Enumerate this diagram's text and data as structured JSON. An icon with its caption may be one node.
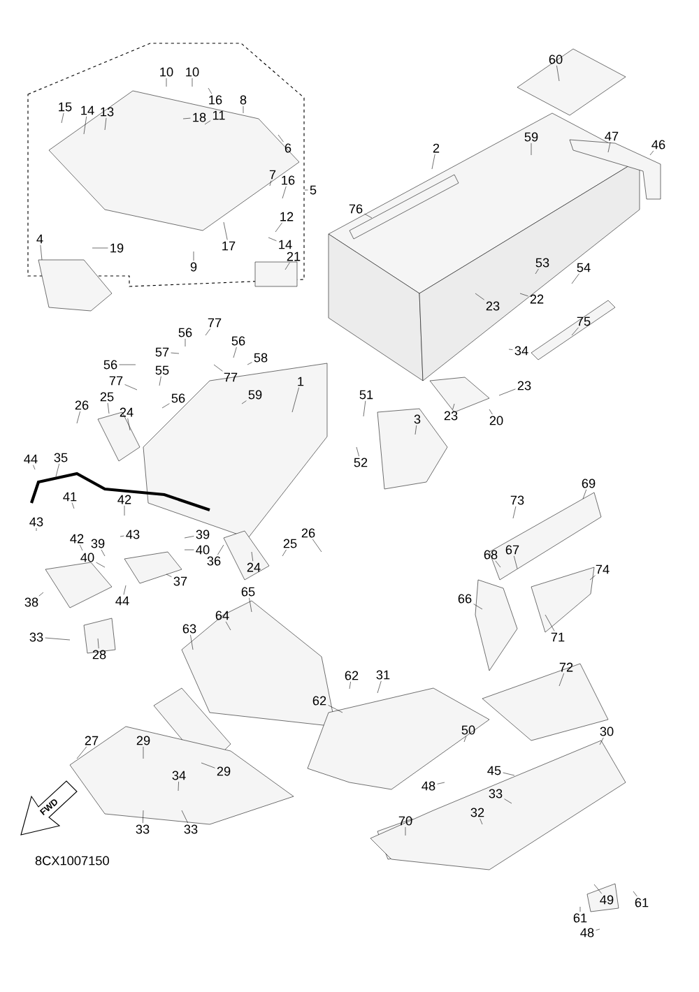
{
  "diagram": {
    "nodes": [
      {
        "text": [
          "10"
        ]
      },
      {
        "text": [
          "10"
        ]
      },
      {
        "text": [
          "16"
        ]
      },
      {
        "text": [
          "11"
        ]
      },
      {
        "text": [
          "8"
        ]
      },
      {
        "text": [
          "18"
        ]
      },
      {
        "text": [
          "15"
        ]
      },
      {
        "text": [
          "14"
        ]
      },
      {
        "text": [
          "13"
        ]
      },
      {
        "text": [
          "6"
        ]
      },
      {
        "text": [
          "7"
        ]
      },
      {
        "text": [
          "16"
        ]
      },
      {
        "text": [
          "5"
        ]
      },
      {
        "text": [
          "12"
        ]
      },
      {
        "text": [
          "14"
        ]
      },
      {
        "text": [
          "17"
        ]
      },
      {
        "text": [
          "9"
        ]
      },
      {
        "text": [
          "4"
        ]
      },
      {
        "text": [
          "19"
        ]
      },
      {
        "text": [
          "21"
        ]
      },
      {
        "text": [
          "60"
        ]
      },
      {
        "text": [
          "47"
        ]
      },
      {
        "text": [
          "46"
        ]
      },
      {
        "text": [
          "59"
        ]
      },
      {
        "text": [
          "2"
        ]
      },
      {
        "text": [
          "76"
        ]
      },
      {
        "text": [
          "53"
        ]
      },
      {
        "text": [
          "54"
        ]
      },
      {
        "text": [
          "22"
        ]
      },
      {
        "text": [
          "23"
        ]
      },
      {
        "text": [
          "75"
        ]
      },
      {
        "text": [
          "34"
        ]
      },
      {
        "text": [
          "23"
        ]
      },
      {
        "text": [
          "23"
        ]
      },
      {
        "text": [
          "20"
        ]
      },
      {
        "text": [
          "56"
        ]
      },
      {
        "text": [
          "57"
        ]
      },
      {
        "text": [
          "77"
        ]
      },
      {
        "text": [
          "56"
        ]
      },
      {
        "text": [
          "58"
        ]
      },
      {
        "text": [
          "56"
        ]
      },
      {
        "text": [
          "55"
        ]
      },
      {
        "text": [
          "77"
        ]
      },
      {
        "text": [
          "77"
        ]
      },
      {
        "text": [
          "56"
        ]
      },
      {
        "text": [
          "59"
        ]
      },
      {
        "text": [
          "1"
        ]
      },
      {
        "text": [
          "51"
        ]
      },
      {
        "text": [
          "3"
        ]
      },
      {
        "text": [
          "52"
        ]
      },
      {
        "text": [
          "26"
        ]
      },
      {
        "text": [
          "25"
        ]
      },
      {
        "text": [
          "24"
        ]
      },
      {
        "text": [
          "44"
        ]
      },
      {
        "text": [
          "35"
        ]
      },
      {
        "text": [
          "41"
        ]
      },
      {
        "text": [
          "42"
        ]
      },
      {
        "text": [
          "43"
        ]
      },
      {
        "text": [
          "43"
        ]
      },
      {
        "text": [
          "42"
        ]
      },
      {
        "text": [
          "39"
        ]
      },
      {
        "text": [
          "40"
        ]
      },
      {
        "text": [
          "39"
        ]
      },
      {
        "text": [
          "40"
        ]
      },
      {
        "text": [
          "37"
        ]
      },
      {
        "text": [
          "38"
        ]
      },
      {
        "text": [
          "44"
        ]
      },
      {
        "text": [
          "33"
        ]
      },
      {
        "text": [
          "28"
        ]
      },
      {
        "text": [
          "36"
        ]
      },
      {
        "text": [
          "24"
        ]
      },
      {
        "text": [
          "25"
        ]
      },
      {
        "text": [
          "26"
        ]
      },
      {
        "text": [
          "69"
        ]
      },
      {
        "text": [
          "73"
        ]
      },
      {
        "text": [
          "68"
        ]
      },
      {
        "text": [
          "67"
        ]
      },
      {
        "text": [
          "74"
        ]
      },
      {
        "text": [
          "66"
        ]
      },
      {
        "text": [
          "71"
        ]
      },
      {
        "text": [
          "65"
        ]
      },
      {
        "text": [
          "64"
        ]
      },
      {
        "text": [
          "63"
        ]
      },
      {
        "text": [
          "62"
        ]
      },
      {
        "text": [
          "31"
        ]
      },
      {
        "text": [
          "62"
        ]
      },
      {
        "text": [
          "29"
        ]
      },
      {
        "text": [
          "27"
        ]
      },
      {
        "text": [
          "29"
        ]
      },
      {
        "text": [
          "34"
        ]
      },
      {
        "text": [
          "33"
        ]
      },
      {
        "text": [
          "33"
        ]
      },
      {
        "text": [
          "72"
        ]
      },
      {
        "text": [
          "30"
        ]
      },
      {
        "text": [
          "50"
        ]
      },
      {
        "text": [
          "48"
        ]
      },
      {
        "text": [
          "45"
        ]
      },
      {
        "text": [
          "33"
        ]
      },
      {
        "text": [
          "32"
        ]
      },
      {
        "text": [
          "70"
        ]
      },
      {
        "text": [
          "49"
        ]
      },
      {
        "text": [
          "61"
        ]
      },
      {
        "text": [
          "61"
        ]
      },
      {
        "text": [
          "48"
        ]
      }
    ],
    "edges": [
      {
        "from": 0,
        "to": null,
        "arrow": "none"
      },
      {
        "from": 1,
        "to": null,
        "arrow": "none"
      },
      {
        "from": 2,
        "to": null,
        "arrow": "none"
      },
      {
        "from": 3,
        "to": null,
        "arrow": "none"
      },
      {
        "from": 4,
        "to": null,
        "arrow": "none"
      },
      {
        "from": 5,
        "to": null,
        "arrow": "none"
      },
      {
        "from": 6,
        "to": null,
        "arrow": "none"
      },
      {
        "from": 7,
        "to": null,
        "arrow": "none"
      },
      {
        "from": 8,
        "to": null,
        "arrow": "none"
      },
      {
        "from": 9,
        "to": null,
        "arrow": "none"
      },
      {
        "from": 10,
        "to": null,
        "arrow": "none"
      },
      {
        "from": 11,
        "to": null,
        "arrow": "none"
      },
      {
        "from": 12,
        "to": null,
        "arrow": "none"
      },
      {
        "from": 13,
        "to": null,
        "arrow": "none"
      },
      {
        "from": 14,
        "to": null,
        "arrow": "none"
      },
      {
        "from": 15,
        "to": null,
        "arrow": "none"
      },
      {
        "from": 16,
        "to": null,
        "arrow": "none"
      },
      {
        "from": 17,
        "to": null,
        "arrow": "none"
      },
      {
        "from": 18,
        "to": null,
        "arrow": "none"
      },
      {
        "from": 19,
        "to": null,
        "arrow": "none"
      },
      {
        "from": 20,
        "to": null,
        "arrow": "none"
      },
      {
        "from": 21,
        "to": null,
        "arrow": "none"
      },
      {
        "from": 22,
        "to": null,
        "arrow": "none"
      },
      {
        "from": 23,
        "to": null,
        "arrow": "none"
      },
      {
        "from": 24,
        "to": null,
        "arrow": "none"
      },
      {
        "from": 25,
        "to": null,
        "arrow": "none"
      },
      {
        "from": 26,
        "to": null,
        "arrow": "none"
      },
      {
        "from": 27,
        "to": null,
        "arrow": "none"
      },
      {
        "from": 28,
        "to": null,
        "arrow": "none"
      },
      {
        "from": 29,
        "to": null,
        "arrow": "none"
      },
      {
        "from": 30,
        "to": null,
        "arrow": "none"
      },
      {
        "from": 31,
        "to": null,
        "arrow": "none"
      },
      {
        "from": 32,
        "to": null,
        "arrow": "none"
      },
      {
        "from": 33,
        "to": null,
        "arrow": "none"
      },
      {
        "from": 34,
        "to": null,
        "arrow": "none"
      },
      {
        "from": 35,
        "to": null,
        "arrow": "none"
      },
      {
        "from": 36,
        "to": null,
        "arrow": "none"
      },
      {
        "from": 37,
        "to": null,
        "arrow": "none"
      },
      {
        "from": 38,
        "to": null,
        "arrow": "none"
      },
      {
        "from": 39,
        "to": null,
        "arrow": "none"
      },
      {
        "from": 40,
        "to": null,
        "arrow": "none"
      },
      {
        "from": 41,
        "to": null,
        "arrow": "none"
      },
      {
        "from": 42,
        "to": null,
        "arrow": "none"
      },
      {
        "from": 43,
        "to": null,
        "arrow": "none"
      },
      {
        "from": 44,
        "to": null,
        "arrow": "none"
      },
      {
        "from": 45,
        "to": null,
        "arrow": "none"
      },
      {
        "from": 46,
        "to": null,
        "arrow": "none"
      },
      {
        "from": 47,
        "to": null,
        "arrow": "none"
      },
      {
        "from": 48,
        "to": null,
        "arrow": "none"
      },
      {
        "from": 49,
        "to": null,
        "arrow": "none"
      },
      {
        "from": 50,
        "to": null,
        "arrow": "none"
      },
      {
        "from": 51,
        "to": null,
        "arrow": "none"
      },
      {
        "from": 52,
        "to": null,
        "arrow": "none"
      },
      {
        "from": 53,
        "to": null,
        "arrow": "none"
      },
      {
        "from": 54,
        "to": null,
        "arrow": "none"
      },
      {
        "from": 55,
        "to": null,
        "arrow": "none"
      },
      {
        "from": 56,
        "to": null,
        "arrow": "none"
      },
      {
        "from": 57,
        "to": null,
        "arrow": "none"
      },
      {
        "from": 58,
        "to": null,
        "arrow": "none"
      },
      {
        "from": 59,
        "to": null,
        "arrow": "none"
      },
      {
        "from": 60,
        "to": null,
        "arrow": "none"
      },
      {
        "from": 61,
        "to": null,
        "arrow": "none"
      },
      {
        "from": 62,
        "to": null,
        "arrow": "none"
      },
      {
        "from": 63,
        "to": null,
        "arrow": "none"
      },
      {
        "from": 64,
        "to": null,
        "arrow": "none"
      },
      {
        "from": 65,
        "to": null,
        "arrow": "none"
      },
      {
        "from": 66,
        "to": null,
        "arrow": "none"
      },
      {
        "from": 67,
        "to": null,
        "arrow": "none"
      },
      {
        "from": 68,
        "to": null,
        "arrow": "none"
      },
      {
        "from": 69,
        "to": null,
        "arrow": "none"
      },
      {
        "from": 70,
        "to": null,
        "arrow": "none"
      },
      {
        "from": 71,
        "to": null,
        "arrow": "none"
      },
      {
        "from": 72,
        "to": null,
        "arrow": "none"
      },
      {
        "from": 73,
        "to": null,
        "arrow": "none"
      },
      {
        "from": 74,
        "to": null,
        "arrow": "none"
      },
      {
        "from": 75,
        "to": null,
        "arrow": "none"
      },
      {
        "from": 76,
        "to": null,
        "arrow": "none"
      },
      {
        "from": 77,
        "to": null,
        "arrow": "none"
      },
      {
        "from": 78,
        "to": null,
        "arrow": "none"
      },
      {
        "from": 79,
        "to": null,
        "arrow": "none"
      },
      {
        "from": 80,
        "to": null,
        "arrow": "none"
      },
      {
        "from": 81,
        "to": null,
        "arrow": "none"
      },
      {
        "from": 82,
        "to": null,
        "arrow": "none"
      },
      {
        "from": 83,
        "to": null,
        "arrow": "none"
      },
      {
        "from": 84,
        "to": null,
        "arrow": "none"
      },
      {
        "from": 85,
        "to": null,
        "arrow": "none"
      },
      {
        "from": 86,
        "to": null,
        "arrow": "none"
      },
      {
        "from": 87,
        "to": null,
        "arrow": "none"
      },
      {
        "from": 88,
        "to": null,
        "arrow": "none"
      },
      {
        "from": 89,
        "to": null,
        "arrow": "none"
      },
      {
        "from": 90,
        "to": null,
        "arrow": "none"
      },
      {
        "from": 91,
        "to": null,
        "arrow": "none"
      },
      {
        "from": 92,
        "to": null,
        "arrow": "none"
      },
      {
        "from": 93,
        "to": null,
        "arrow": "none"
      },
      {
        "from": 94,
        "to": null,
        "arrow": "none"
      },
      {
        "from": 95,
        "to": null,
        "arrow": "none"
      },
      {
        "from": 96,
        "to": null,
        "arrow": "none"
      },
      {
        "from": 97,
        "to": null,
        "arrow": "none"
      },
      {
        "from": 98,
        "to": null,
        "arrow": "none"
      },
      {
        "from": 99,
        "to": null,
        "arrow": "none"
      },
      {
        "from": 100,
        "to": null,
        "arrow": "none"
      },
      {
        "from": 101,
        "to": null,
        "arrow": "none"
      },
      {
        "from": 102,
        "to": null,
        "arrow": "none"
      },
      {
        "from": 103,
        "to": null,
        "arrow": "none"
      }
    ],
    "labels": [
      "FWD",
      "8CX1007150"
    ]
  }
}
